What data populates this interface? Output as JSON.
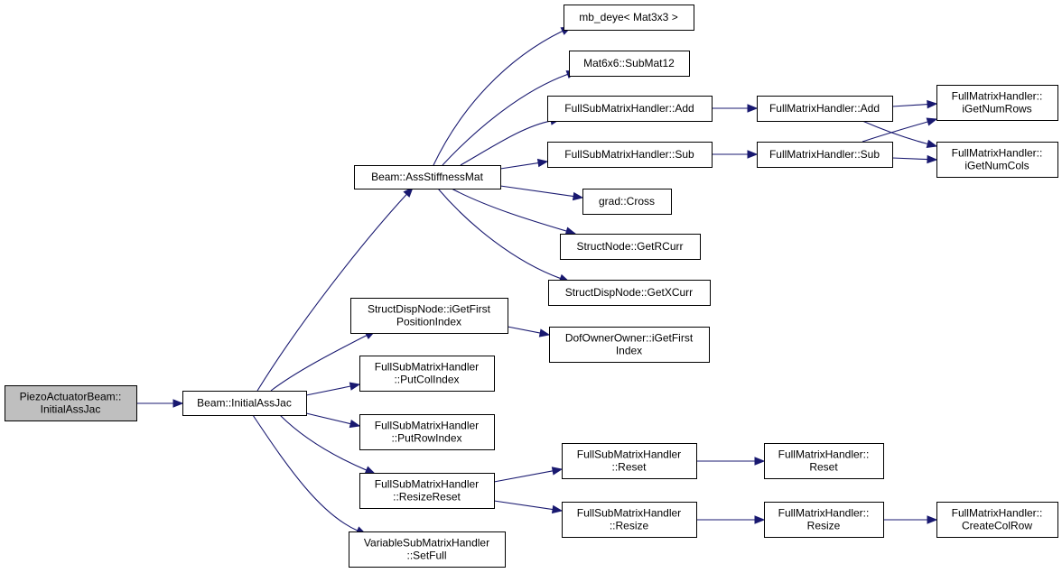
{
  "graph": {
    "nodes": [
      {
        "id": "n0",
        "lines": [
          "PiezoActuatorBeam::",
          "InitialAssJac"
        ],
        "root": true
      },
      {
        "id": "n1",
        "lines": [
          "Beam::InitialAssJac"
        ]
      },
      {
        "id": "n2",
        "lines": [
          "Beam::AssStiffnessMat"
        ]
      },
      {
        "id": "n3",
        "lines": [
          "StructDispNode::iGetFirst",
          "PositionIndex"
        ]
      },
      {
        "id": "n4",
        "lines": [
          "FullSubMatrixHandler",
          "::PutColIndex"
        ]
      },
      {
        "id": "n5",
        "lines": [
          "FullSubMatrixHandler",
          "::PutRowIndex"
        ]
      },
      {
        "id": "n6",
        "lines": [
          "FullSubMatrixHandler",
          "::ResizeReset"
        ]
      },
      {
        "id": "n7",
        "lines": [
          "VariableSubMatrixHandler",
          "::SetFull"
        ]
      },
      {
        "id": "n8",
        "lines": [
          "mb_deye< Mat3x3 >"
        ]
      },
      {
        "id": "n9",
        "lines": [
          "Mat6x6::SubMat12"
        ]
      },
      {
        "id": "n10",
        "lines": [
          "FullSubMatrixHandler::Add"
        ]
      },
      {
        "id": "n11",
        "lines": [
          "FullSubMatrixHandler::Sub"
        ]
      },
      {
        "id": "n12",
        "lines": [
          "grad::Cross"
        ]
      },
      {
        "id": "n13",
        "lines": [
          "StructNode::GetRCurr"
        ]
      },
      {
        "id": "n14",
        "lines": [
          "StructDispNode::GetXCurr"
        ]
      },
      {
        "id": "n15",
        "lines": [
          "DofOwnerOwner::iGetFirst",
          "Index"
        ]
      },
      {
        "id": "n16",
        "lines": [
          "FullSubMatrixHandler",
          "::Reset"
        ]
      },
      {
        "id": "n17",
        "lines": [
          "FullSubMatrixHandler",
          "::Resize"
        ]
      },
      {
        "id": "n18",
        "lines": [
          "FullMatrixHandler::Add"
        ]
      },
      {
        "id": "n19",
        "lines": [
          "FullMatrixHandler::Sub"
        ]
      },
      {
        "id": "n20",
        "lines": [
          "FullMatrixHandler::",
          "iGetNumRows"
        ]
      },
      {
        "id": "n21",
        "lines": [
          "FullMatrixHandler::",
          "iGetNumCols"
        ]
      },
      {
        "id": "n22",
        "lines": [
          "FullMatrixHandler::",
          "Reset"
        ]
      },
      {
        "id": "n23",
        "lines": [
          "FullMatrixHandler::",
          "Resize"
        ]
      },
      {
        "id": "n24",
        "lines": [
          "FullMatrixHandler::",
          "CreateColRow"
        ]
      }
    ],
    "edges": [
      {
        "from": "n0",
        "to": "n1"
      },
      {
        "from": "n1",
        "to": "n2"
      },
      {
        "from": "n1",
        "to": "n3"
      },
      {
        "from": "n1",
        "to": "n4"
      },
      {
        "from": "n1",
        "to": "n5"
      },
      {
        "from": "n1",
        "to": "n6"
      },
      {
        "from": "n1",
        "to": "n7"
      },
      {
        "from": "n2",
        "to": "n8"
      },
      {
        "from": "n2",
        "to": "n9"
      },
      {
        "from": "n2",
        "to": "n10"
      },
      {
        "from": "n2",
        "to": "n11"
      },
      {
        "from": "n2",
        "to": "n12"
      },
      {
        "from": "n2",
        "to": "n13"
      },
      {
        "from": "n2",
        "to": "n14"
      },
      {
        "from": "n3",
        "to": "n15"
      },
      {
        "from": "n6",
        "to": "n16"
      },
      {
        "from": "n6",
        "to": "n17"
      },
      {
        "from": "n10",
        "to": "n18"
      },
      {
        "from": "n11",
        "to": "n19"
      },
      {
        "from": "n18",
        "to": "n20"
      },
      {
        "from": "n18",
        "to": "n21"
      },
      {
        "from": "n19",
        "to": "n20"
      },
      {
        "from": "n19",
        "to": "n21"
      },
      {
        "from": "n16",
        "to": "n22"
      },
      {
        "from": "n17",
        "to": "n23"
      },
      {
        "from": "n23",
        "to": "n24"
      }
    ],
    "colors": {
      "edge": "#191970",
      "root_fill": "#bfbfbf",
      "node_fill": "#ffffff",
      "node_border": "#000000"
    }
  }
}
